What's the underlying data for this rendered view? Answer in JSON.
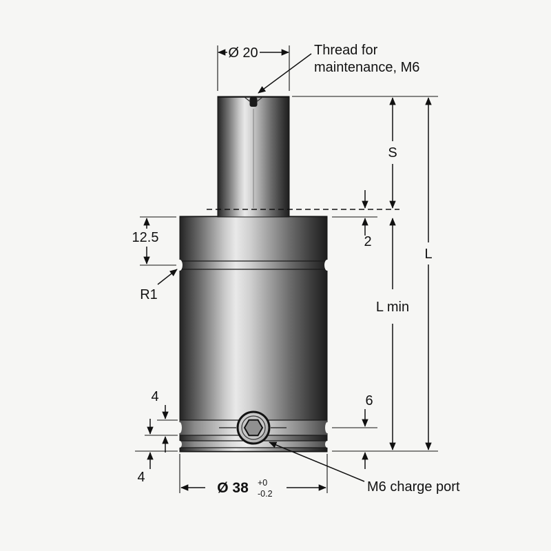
{
  "colors": {
    "background": "#f6f6f4",
    "line": "#111111",
    "metal_highlight": "#e9e9e9",
    "metal_shadow": "#1d1d1d"
  },
  "labels": {
    "rod_diameter": "Ø 20",
    "thread_note_line1": "Thread for",
    "thread_note_line2": "maintenance, M6",
    "stroke": "S",
    "rod_gap": "2",
    "collar_height": "12.5",
    "groove_radius": "R1",
    "total_length": "L",
    "min_length": "L min",
    "groove_width": "4",
    "port_height": "6",
    "base_height": "4",
    "body_diameter": "Ø 38",
    "body_diameter_tol_upper": "+0",
    "body_diameter_tol_lower": "-0.2",
    "charge_port_note": "M6 charge port"
  }
}
